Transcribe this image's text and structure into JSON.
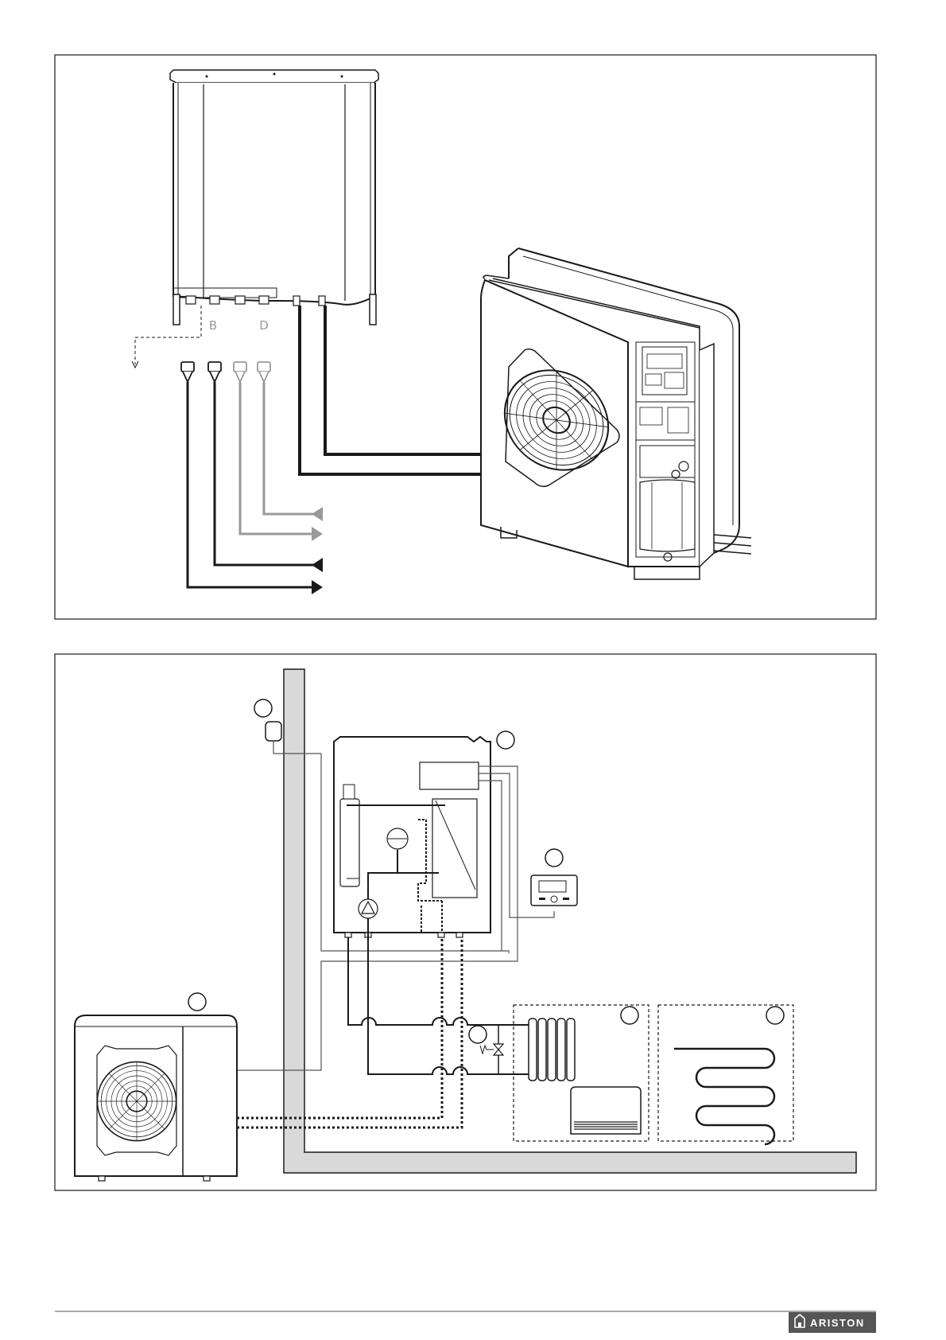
{
  "figure_top": {
    "connection_labels": [
      "B",
      "D"
    ]
  },
  "footer": {
    "brand": "ARISTON",
    "brand_icon": "house-icon",
    "brand_color": "#555555"
  },
  "colors": {
    "line": "#1a1a1a",
    "grey_pipe": "#999999",
    "wall_fill": "#d9d9d9"
  }
}
